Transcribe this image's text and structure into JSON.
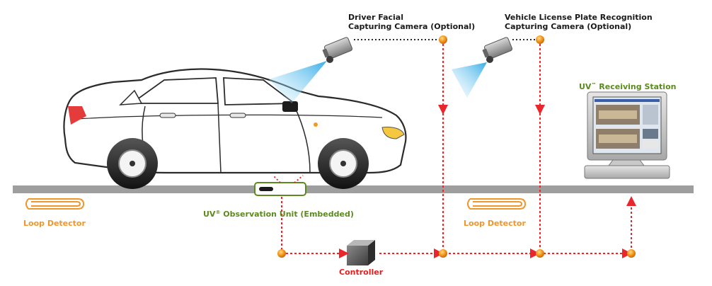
{
  "labels": {
    "driver_camera_line1": "Driver Facial",
    "driver_camera_line2": "Capturing Camera (Optional)",
    "plate_camera_line1": "Vehicle License Plate Recognition",
    "plate_camera_line2": "Capturing Camera (Optional)",
    "receiving_station_name": "UV",
    "receiving_station_mark": "™",
    "receiving_station_rest": " Receiving Station",
    "observation_unit_name": "UV",
    "observation_unit_mark": "®",
    "observation_unit_rest": " Observation Unit (Embedded)",
    "loop_detector_left": "Loop Detector",
    "loop_detector_right": "Loop Detector",
    "controller": "Controller"
  },
  "colors": {
    "signal_line": "#e8262b",
    "node": "#f39a1e",
    "road": "#9e9e9e",
    "loop": "#f0962c",
    "camera_beam": "#4fb7e8"
  }
}
